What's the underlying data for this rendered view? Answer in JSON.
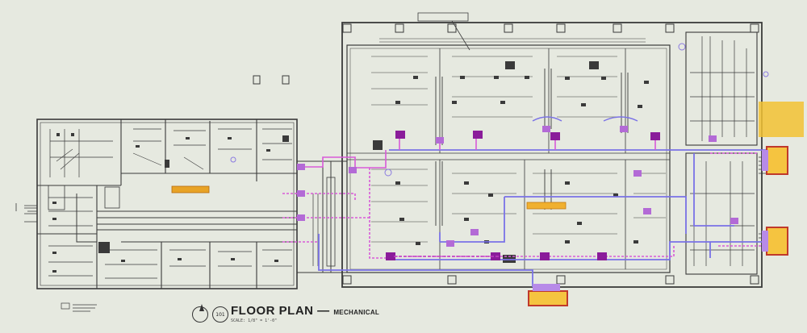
{
  "drawing": {
    "title": "FLOOR PLAN",
    "title_suffix": "MECHANICAL",
    "view_number": "101",
    "scale_note": "SCALE: 1/8\" = 1'-0\""
  },
  "colors": {
    "background": "#e6e9e0",
    "linework": "#3a3a3a",
    "supply_duct": "#d85ad8",
    "return_duct": "#7a72e6",
    "equipment_purple": "#8a1c9a",
    "highlight_yellow": "#f2c232",
    "unit_orange": "#e8a326",
    "unit_red_outline": "#c0392b"
  }
}
